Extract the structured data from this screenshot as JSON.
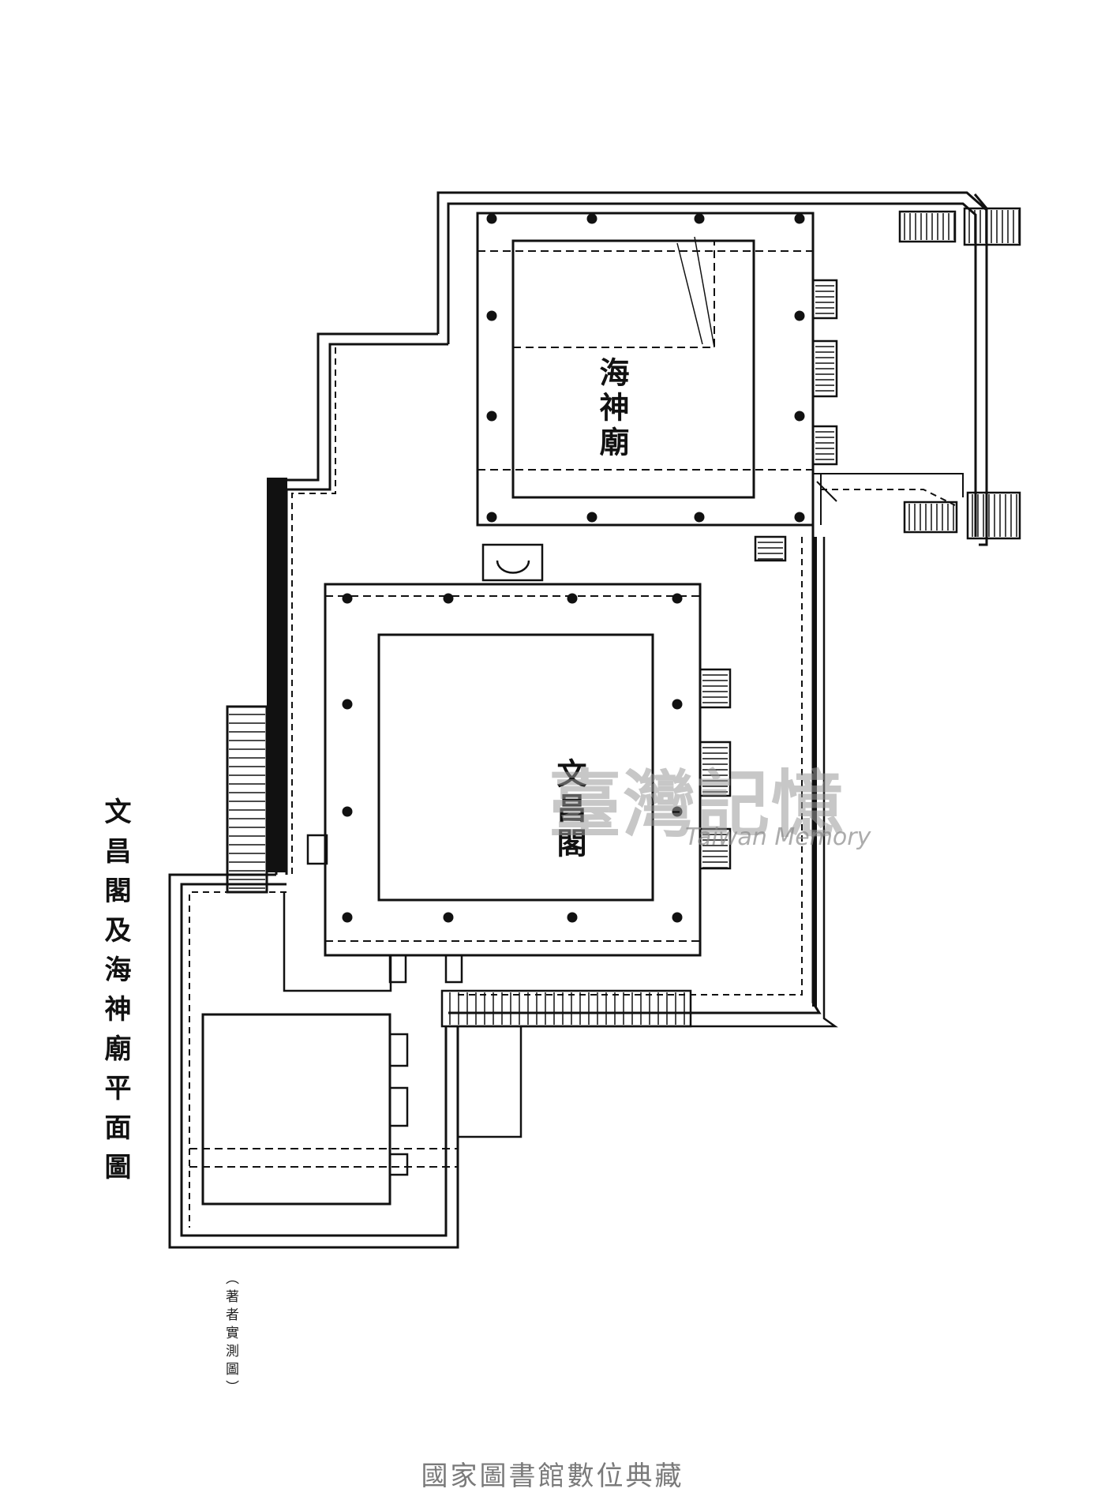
{
  "diagram": {
    "title": "文昌閣及海神廟平面圖",
    "note": "（著者實測圖）",
    "rooms": {
      "haishen": "海神廟",
      "wenchang": "文昌閣"
    }
  },
  "watermark": {
    "cn": "臺灣記憶",
    "en": "Taiwan Memory"
  },
  "footer": "國家圖書館數位典藏"
}
